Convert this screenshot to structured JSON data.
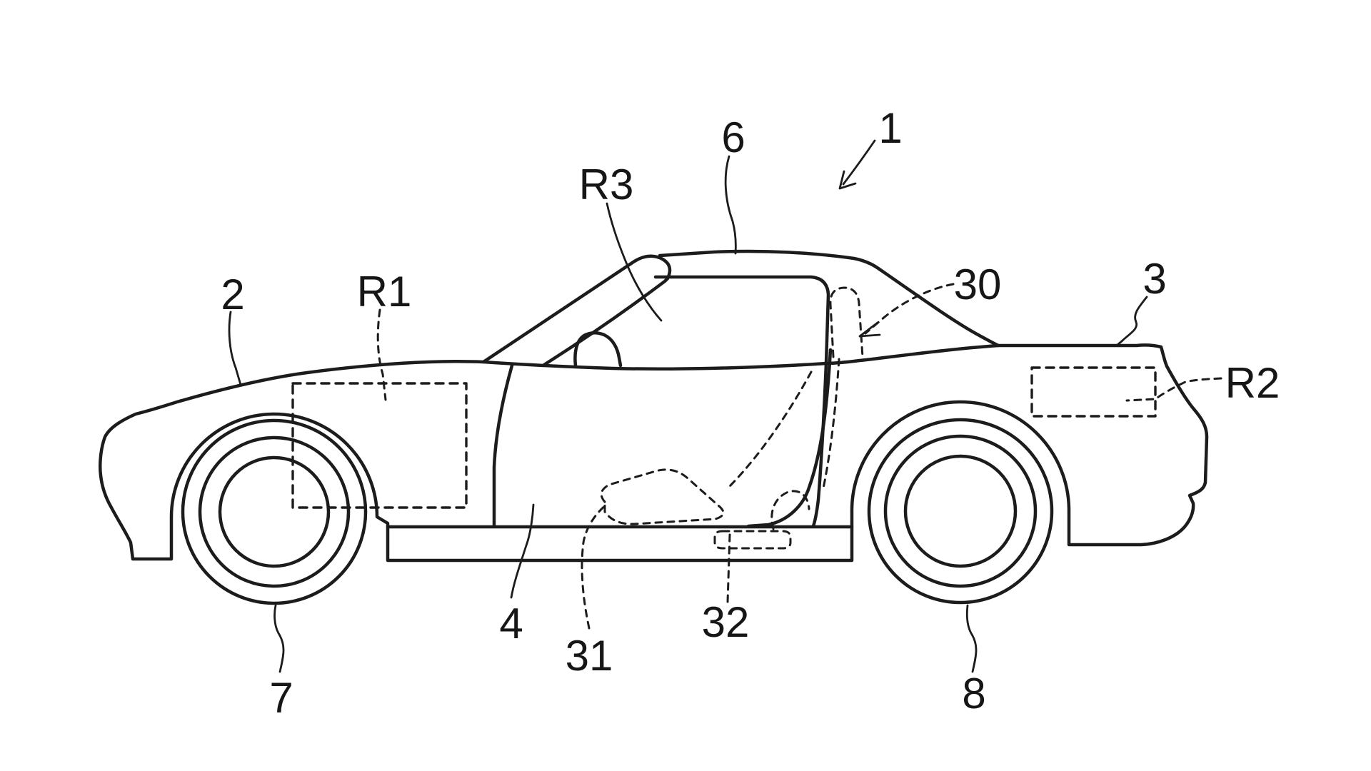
{
  "figure": {
    "title": "Patent line drawing — roadster vehicle side view",
    "figure_type": "patent-line-drawing",
    "background_color": "#ffffff",
    "line_color": "#1c1c1c",
    "labels": [
      {
        "text": "1",
        "leader": "curved-arrow"
      },
      {
        "text": "2",
        "leader": "solid"
      },
      {
        "text": "R1",
        "leader": "dashed",
        "region": "dashed-box"
      },
      {
        "text": "R3",
        "leader": "solid"
      },
      {
        "text": "6",
        "leader": "solid"
      },
      {
        "text": "30",
        "leader": "dashed-arrow"
      },
      {
        "text": "3",
        "leader": "solid"
      },
      {
        "text": "R2",
        "leader": "dashed",
        "region": "dashed-box"
      },
      {
        "text": "4",
        "leader": "solid"
      },
      {
        "text": "31",
        "leader": "dashed"
      },
      {
        "text": "32",
        "leader": "dashed"
      },
      {
        "text": "7",
        "leader": "solid"
      },
      {
        "text": "8",
        "leader": "solid"
      }
    ]
  }
}
